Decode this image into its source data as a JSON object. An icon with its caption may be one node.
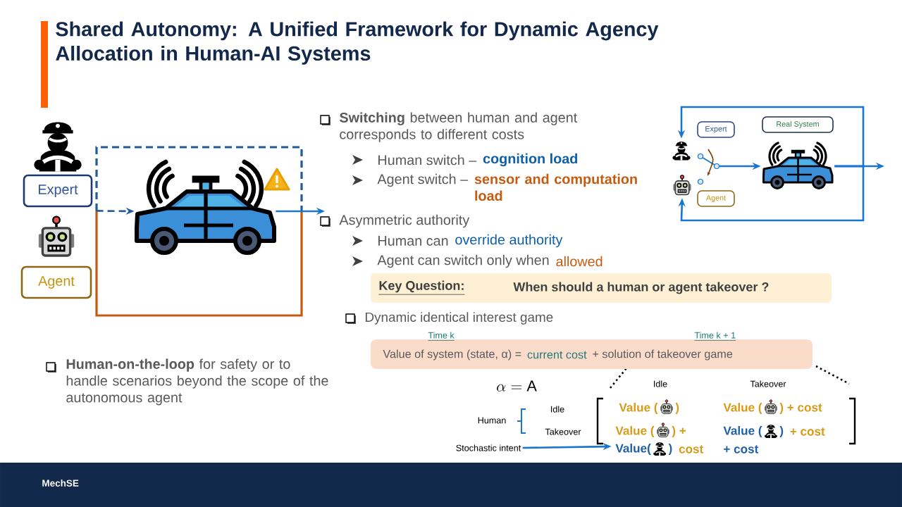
{
  "diagram": {
    "title": "Shared Autonomy: A Unified Framework for Dynamic Agency Allocation in Human-AI Systems",
    "nodes": [
      {
        "text": [
          "Expert"
        ]
      },
      {
        "text": [
          "Agent"
        ]
      },
      {
        "text": [],
        "shape": "picture"
      },
      {
        "text": [
          "Expert"
        ]
      },
      {
        "text": [
          "Real System"
        ]
      },
      {
        "text": [],
        "shape": "picture"
      },
      {
        "text": [],
        "shape": "picture"
      },
      {
        "text": [],
        "shape": "picture"
      },
      {
        "text": [
          "Agent"
        ]
      },
      {
        "text": [
          "Key Question:",
          "When should a human or agent takeover ?"
        ]
      },
      {
        "text": [
          "Value of system (state, α) =",
          "current cost",
          "+ solution of takeover game"
        ]
      },
      {
        "text": [
          "Stochastic intent"
        ]
      },
      {
        "text": [
          "Value (",
          ") +",
          "Value(",
          ")",
          "cost"
        ]
      },
      {
        "text": [],
        "shape": "box"
      },
      {
        "text": [],
        "shape": "circle"
      }
    ],
    "edges": [
      {
        "from": 13,
        "to": 2,
        "arrow": "to",
        "style": "dashed",
        "color": "#1f5c99"
      },
      {
        "from": 2,
        "to": null,
        "arrow": "to"
      },
      {
        "from": 14,
        "to": 6,
        "arrow": "to"
      },
      {
        "from": 6,
        "to": null,
        "arrow": "to"
      },
      {
        "from": 6,
        "to": 5,
        "arrow": "to"
      },
      {
        "from": 6,
        "to": 7,
        "arrow": "to"
      },
      {
        "from": 11,
        "to": 12,
        "arrow": "to"
      }
    ],
    "labels": [
      "**Switching** between human and agent corresponds to different costs",
      "Human switch –",
      "cognition load",
      "Agent switch –",
      "sensor and computation load",
      "Asymmetric authority",
      "Human can",
      "override authority",
      "Agent can switch only when",
      "allowed",
      "Dynamic identical interest game",
      "Time k",
      "Time k + 1",
      "\\alpha = \\mathrm{A}",
      "Idle",
      "Takeover",
      "Human",
      "Idle",
      "Takeover",
      "Value (",
      ")",
      "Value (",
      ") + cost",
      "Value (",
      ")",
      "+ cost",
      "+ cost",
      "**Human-on-the-loop** for safety or to handle scenarios beyond the scope of the autonomous agent",
      "MechSE"
    ]
  }
}
